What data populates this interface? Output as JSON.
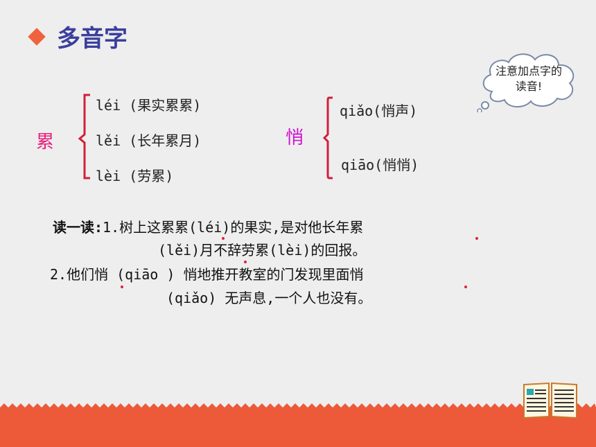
{
  "colors": {
    "background": "#eeeeee",
    "accent_diamond": "#f0623e",
    "title": "#3a3f9c",
    "lei_char": "#e8207a",
    "qiao_char": "#d012d0",
    "brace": "#d0203a",
    "dot": "#e0203c",
    "footer": "#ec5a3a"
  },
  "header": {
    "title": "多音字"
  },
  "note": {
    "line1": "注意加点字的",
    "line2": "读音!"
  },
  "groups": {
    "lei": {
      "char": "累",
      "readings": [
        "léi (果实累累)",
        "lěi (长年累月)",
        "lèi (劳累)"
      ]
    },
    "qiao": {
      "char": "悄",
      "readings": [
        "qiǎo(悄声)",
        "qiāo(悄悄)"
      ]
    }
  },
  "reading_exercise": {
    "lead": "读一读:",
    "line1": "1.树上这累累(léi)的果实,是对他长年累",
    "line2": "(lěi)月不辞劳累(lèi)的回报。",
    "line3": "2.他们悄 (qiāo ) 悄地推开教室的门发现里面悄",
    "line4": "(qiǎo) 无声息,一个人也没有。"
  },
  "icons": {
    "diamond": "diamond-bullet-icon",
    "cloud": "thought-cloud-icon",
    "book": "open-book-icon"
  }
}
